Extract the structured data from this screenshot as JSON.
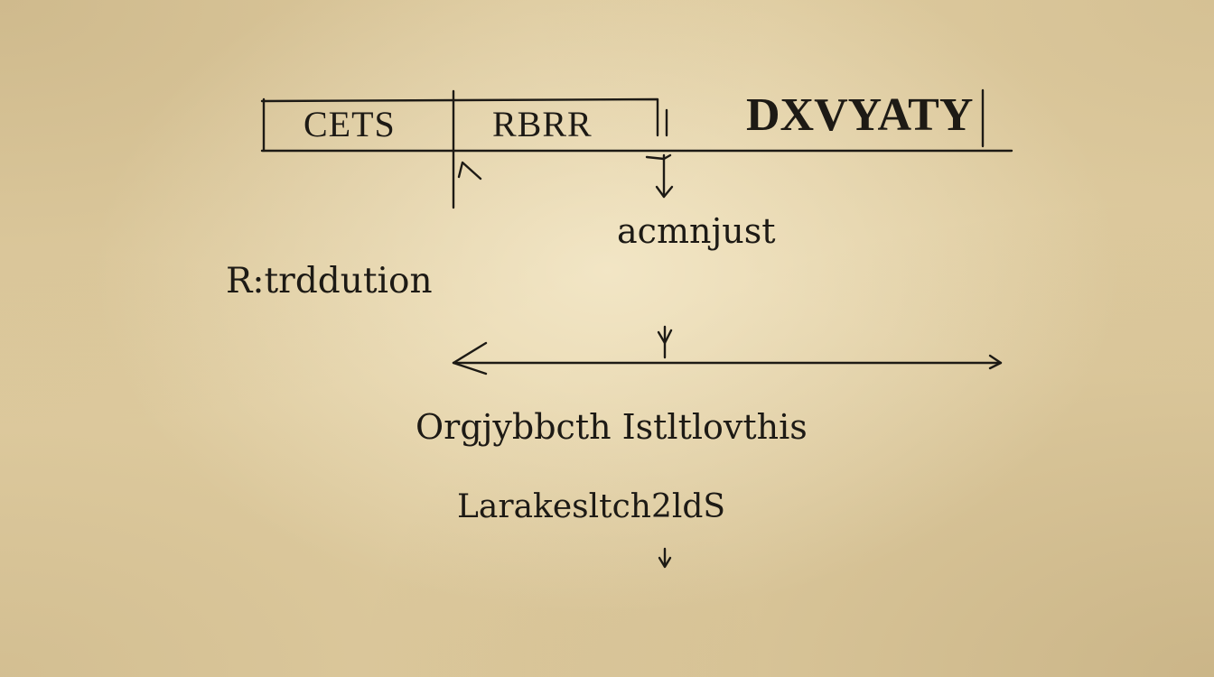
{
  "colors": {
    "paper": "#e2cfa3",
    "ink": "#1d1a15"
  },
  "labels": {
    "box_left": "CETS",
    "box_right": "RBRR",
    "top_right": "DXVYATY",
    "node_mid": "acmnjust",
    "node_left": "R:trddution",
    "node_lower": "Orgjybbcth Istltlovthis",
    "node_bottom": "Larakesltch2ldS"
  }
}
